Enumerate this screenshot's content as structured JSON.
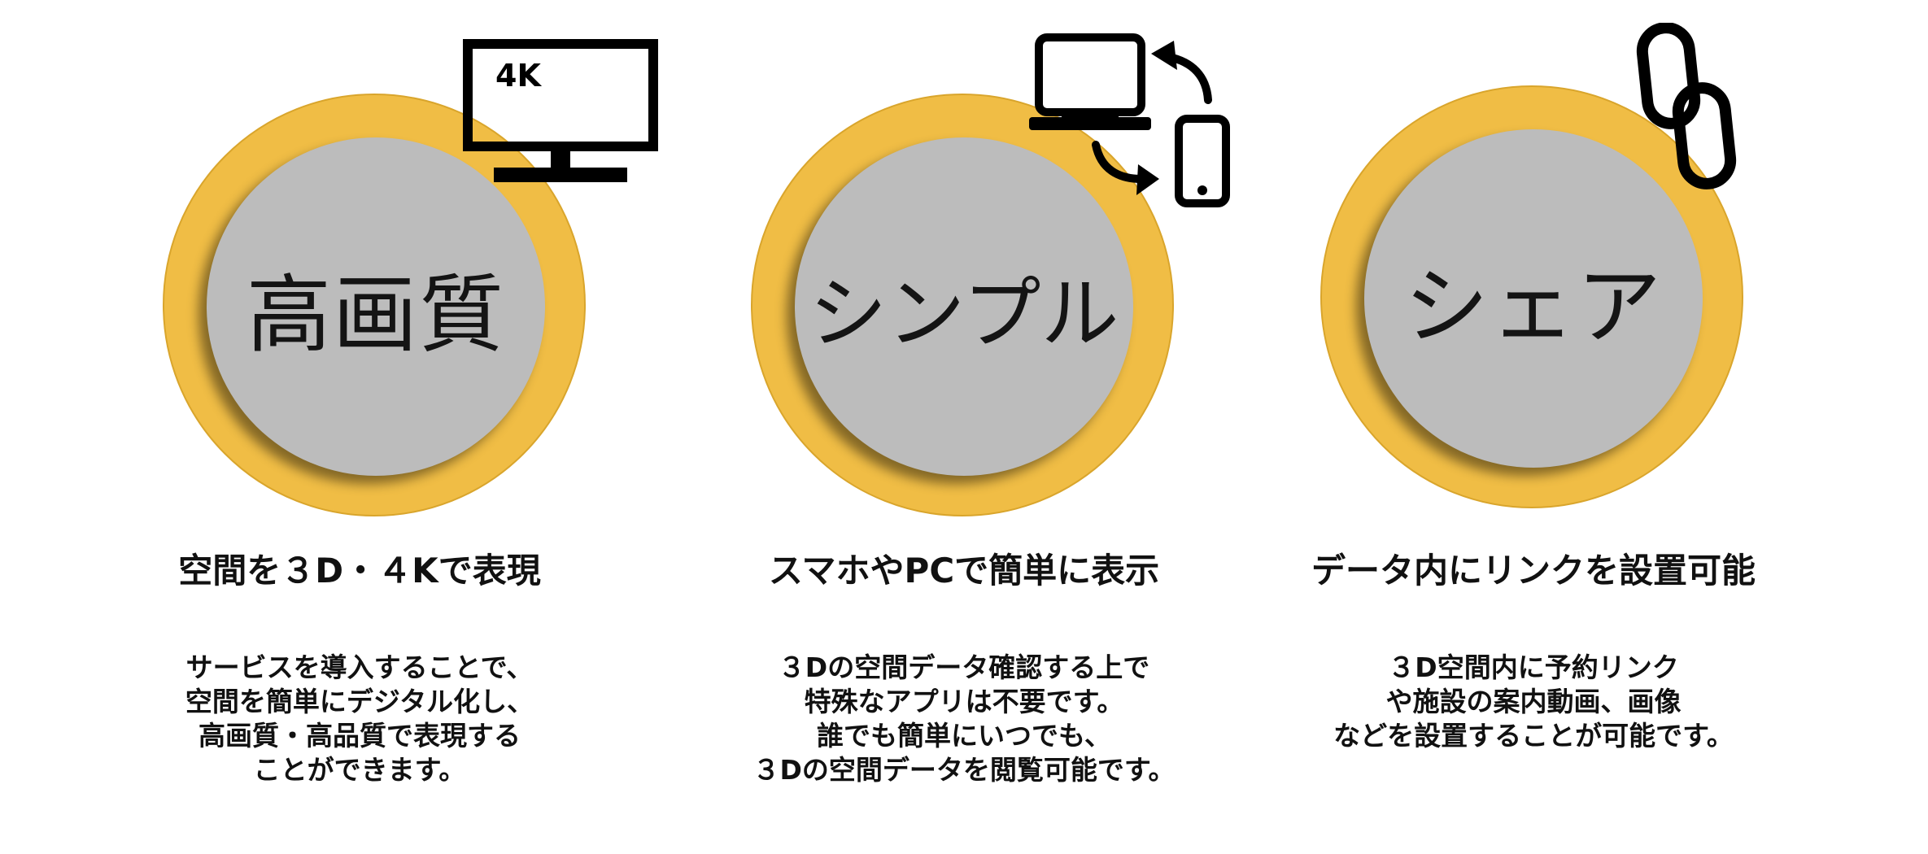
{
  "features": [
    {
      "circle_label": "高画質",
      "headline": "空間を３D・４Kで表現",
      "body": [
        "サービスを導入することで、",
        "空間を簡単にデジタル化し、",
        "高画質・高品質で表現する",
        "ことができます。"
      ],
      "icon": "monitor-4k-icon",
      "icon_text": "4K"
    },
    {
      "circle_label": "シンプル",
      "headline": "スマホやPCで簡単に表示",
      "body": [
        "３Dの空間データ確認する上で",
        "特殊なアプリは不要です。",
        "誰でも簡単にいつでも、",
        "３Dの空間データを閲覧可能です。"
      ],
      "icon": "pc-smartphone-sync-icon"
    },
    {
      "circle_label": "シェア",
      "headline": "データ内にリンクを設置可能",
      "body": [
        "３D空間内に予約リンク",
        "や施設の案内動画、画像",
        "などを設置することが可能です。"
      ],
      "icon": "chain-link-icon"
    }
  ],
  "colors": {
    "ring": "#f0bd45",
    "disc": "#bcbcbc",
    "text": "#111111"
  }
}
